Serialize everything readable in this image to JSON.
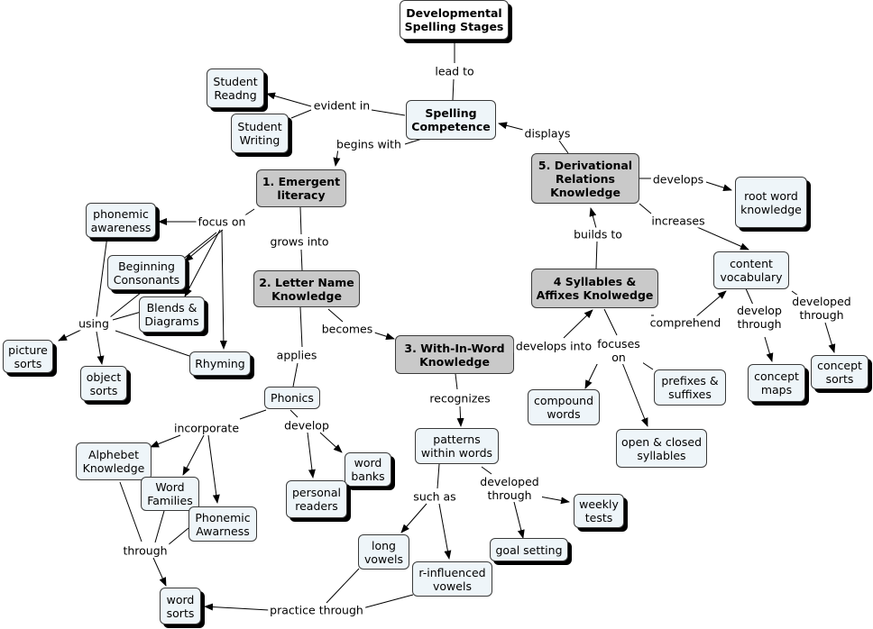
{
  "nodes": {
    "dev_stages": "Developmental Spelling Stages",
    "spelling_comp": "Spelling Competence",
    "student_reading": "Student Readng",
    "student_writing": "Student Writing",
    "emergent": "1. Emergent literacy",
    "letter_name": "2. Letter Name Knowledge",
    "within_word": "3. With-In-Word Knowledge",
    "syllables": "4 Syllables & Affixes Knolwedge",
    "derivational": "5. Derivational Relations Knowledge",
    "phonemic_awareness": "phonemic awareness",
    "beginning_consonants": "Beginning Consonants",
    "blends": "Blends & Diagrams",
    "rhyming": "Rhyming",
    "picture_sorts": "picture sorts",
    "object_sorts": "object sorts",
    "root_word": "root word knowledge",
    "content_vocab": "content vocabulary",
    "concept_maps": "concept maps",
    "concept_sorts": "concept sorts",
    "compound_words": "compound words",
    "prefixes": "prefixes & suffixes",
    "open_closed": "open & closed syllables",
    "phonics": "Phonics",
    "alphabet": "Alphebet Knowledge",
    "word_families": "Word Families",
    "phonemic_awarness": "Phonemic Awarness",
    "word_banks": "word banks",
    "personal_readers": "personal readers",
    "patterns": "patterns within words",
    "weekly_tests": "weekly tests",
    "goal_setting": "goal setting",
    "long_vowels": "long vowels",
    "r_influenced": "r-influenced vowels",
    "word_sorts": "word sorts"
  },
  "links": {
    "lead_to": "lead to",
    "evident_in": "evident in",
    "begins_with": "begins with",
    "displays": "displays",
    "focus_on": "focus on",
    "grows_into": "grows into",
    "develops_top": "develops",
    "increases": "increases",
    "builds_to": "builds to",
    "using": "using",
    "comprehend": "comprehend",
    "develop_through": "develop through",
    "developed_through_r": "developed through",
    "becomes": "becomes",
    "develops_into": "develops into",
    "applies": "applies",
    "focuses_on": "focuses on",
    "recognizes": "recognizes",
    "incorporate": "incorporate",
    "develop": "develop",
    "developed_through_p": "developed through",
    "such_as": "such as",
    "through": "through",
    "practice_through": "practice through"
  }
}
